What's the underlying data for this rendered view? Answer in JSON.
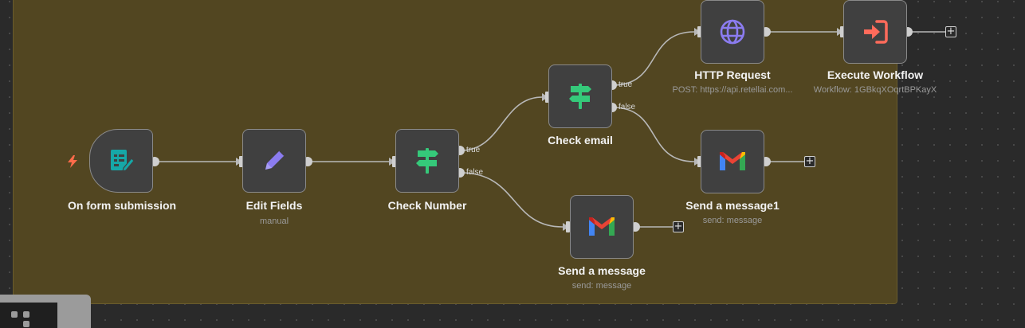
{
  "canvas": {
    "sticky_color": "#524621",
    "background_color": "#2a2a2a"
  },
  "nodes": {
    "form_trigger": {
      "label": "On form submission",
      "icon": "form-icon",
      "trigger_icon": "bolt-icon"
    },
    "edit_fields": {
      "label": "Edit Fields",
      "subtitle": "manual",
      "icon": "pencil-icon"
    },
    "check_number": {
      "label": "Check Number",
      "icon": "signpost-icon",
      "outputs": [
        "true",
        "false"
      ]
    },
    "check_email": {
      "label": "Check email",
      "icon": "signpost-icon",
      "outputs": [
        "true",
        "false"
      ]
    },
    "http_request": {
      "label": "HTTP Request",
      "subtitle": "POST: https://api.retellai.com...",
      "icon": "globe-icon"
    },
    "execute_workflow": {
      "label": "Execute Workflow",
      "subtitle": "Workflow: 1GBkqXOqrtBPKayX",
      "icon": "enter-arrow-icon"
    },
    "send_message1": {
      "label": "Send a message1",
      "subtitle": "send: message",
      "icon": "gmail-icon"
    },
    "send_message": {
      "label": "Send a message",
      "subtitle": "send: message",
      "icon": "gmail-icon"
    }
  },
  "add_button_symbol": "+",
  "colors": {
    "accent_green": "#35c97a",
    "pencil_purple": "#8b7cf0",
    "globe_purple": "#8b7cf0",
    "execute_red": "#ff6b5b",
    "form_teal": "#16a7a7",
    "trigger_orange": "#ff6b4a"
  }
}
